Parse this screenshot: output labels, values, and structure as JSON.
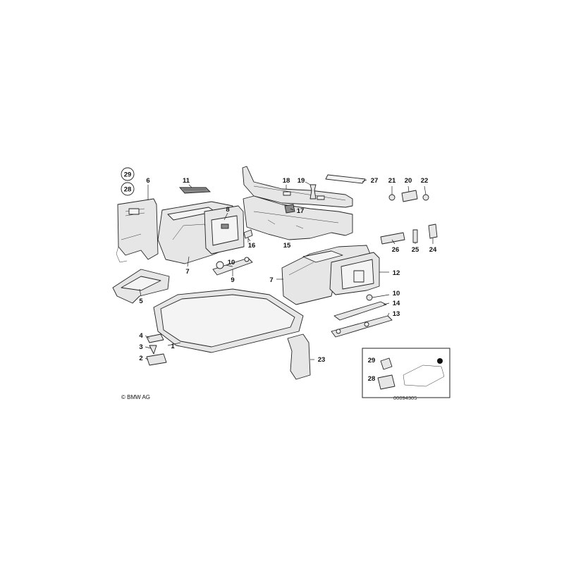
{
  "diagram": {
    "callouts": [
      {
        "id": "c29-top",
        "text": "29"
      },
      {
        "id": "c28-top",
        "text": "28"
      },
      {
        "id": "c6",
        "text": "6"
      },
      {
        "id": "c11",
        "text": "11"
      },
      {
        "id": "c8",
        "text": "8"
      },
      {
        "id": "c7-left",
        "text": "7"
      },
      {
        "id": "c5",
        "text": "5"
      },
      {
        "id": "c16",
        "text": "16"
      },
      {
        "id": "c10-left",
        "text": "10"
      },
      {
        "id": "c9",
        "text": "9"
      },
      {
        "id": "c18",
        "text": "18"
      },
      {
        "id": "c19",
        "text": "19"
      },
      {
        "id": "c27",
        "text": "27"
      },
      {
        "id": "c17",
        "text": "17"
      },
      {
        "id": "c15",
        "text": "15"
      },
      {
        "id": "c21",
        "text": "21"
      },
      {
        "id": "c20",
        "text": "20"
      },
      {
        "id": "c22",
        "text": "22"
      },
      {
        "id": "c26",
        "text": "26"
      },
      {
        "id": "c25",
        "text": "25"
      },
      {
        "id": "c24",
        "text": "24"
      },
      {
        "id": "c12",
        "text": "12"
      },
      {
        "id": "c7-right",
        "text": "7"
      },
      {
        "id": "c10-right",
        "text": "10"
      },
      {
        "id": "c14",
        "text": "14"
      },
      {
        "id": "c13",
        "text": "13"
      },
      {
        "id": "c4",
        "text": "4"
      },
      {
        "id": "c3",
        "text": "3"
      },
      {
        "id": "c2",
        "text": "2"
      },
      {
        "id": "c1",
        "text": "1"
      },
      {
        "id": "c23",
        "text": "23"
      },
      {
        "id": "c29-inset",
        "text": "29"
      },
      {
        "id": "c28-inset",
        "text": "28"
      }
    ],
    "copyright": "© BMW AG",
    "diagram_code": "00094305"
  }
}
